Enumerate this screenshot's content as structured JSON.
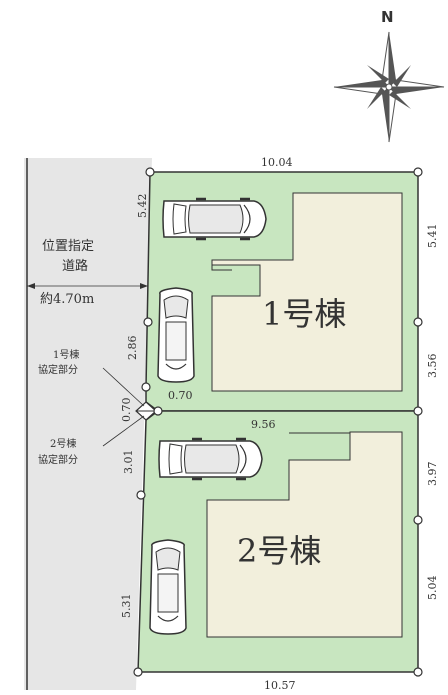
{
  "compass": {
    "label": "N"
  },
  "road": {
    "line1": "位置指定",
    "line2": "道路",
    "line3": "約4.70m"
  },
  "lots": {
    "lot1": {
      "name": "1号棟"
    },
    "lot2": {
      "name": "2号棟"
    }
  },
  "dims": {
    "top": "10.04",
    "lot1_left_upper": "5.42",
    "lot1_right_upper": "5.41",
    "lot1_left_lower": "2.86",
    "lot1_right_lower": "3.56",
    "corner_width": "0.70",
    "corner_height": "0.70",
    "boundary": "9.56",
    "lot2_left_upper": "3.01",
    "lot2_right_upper": "3.97",
    "lot2_left_lower": "5.31",
    "lot2_right_lower": "5.04",
    "bottom": "10.57"
  },
  "notes": {
    "lot1_agreement_a": "1号棟",
    "lot1_agreement_b": "協定部分",
    "lot2_agreement_a": "2号棟",
    "lot2_agreement_b": "協定部分"
  },
  "colors": {
    "road": "#e6e6e6",
    "lot_green": "#c8e6c0",
    "building": "#f2efdc",
    "line": "#333333"
  }
}
